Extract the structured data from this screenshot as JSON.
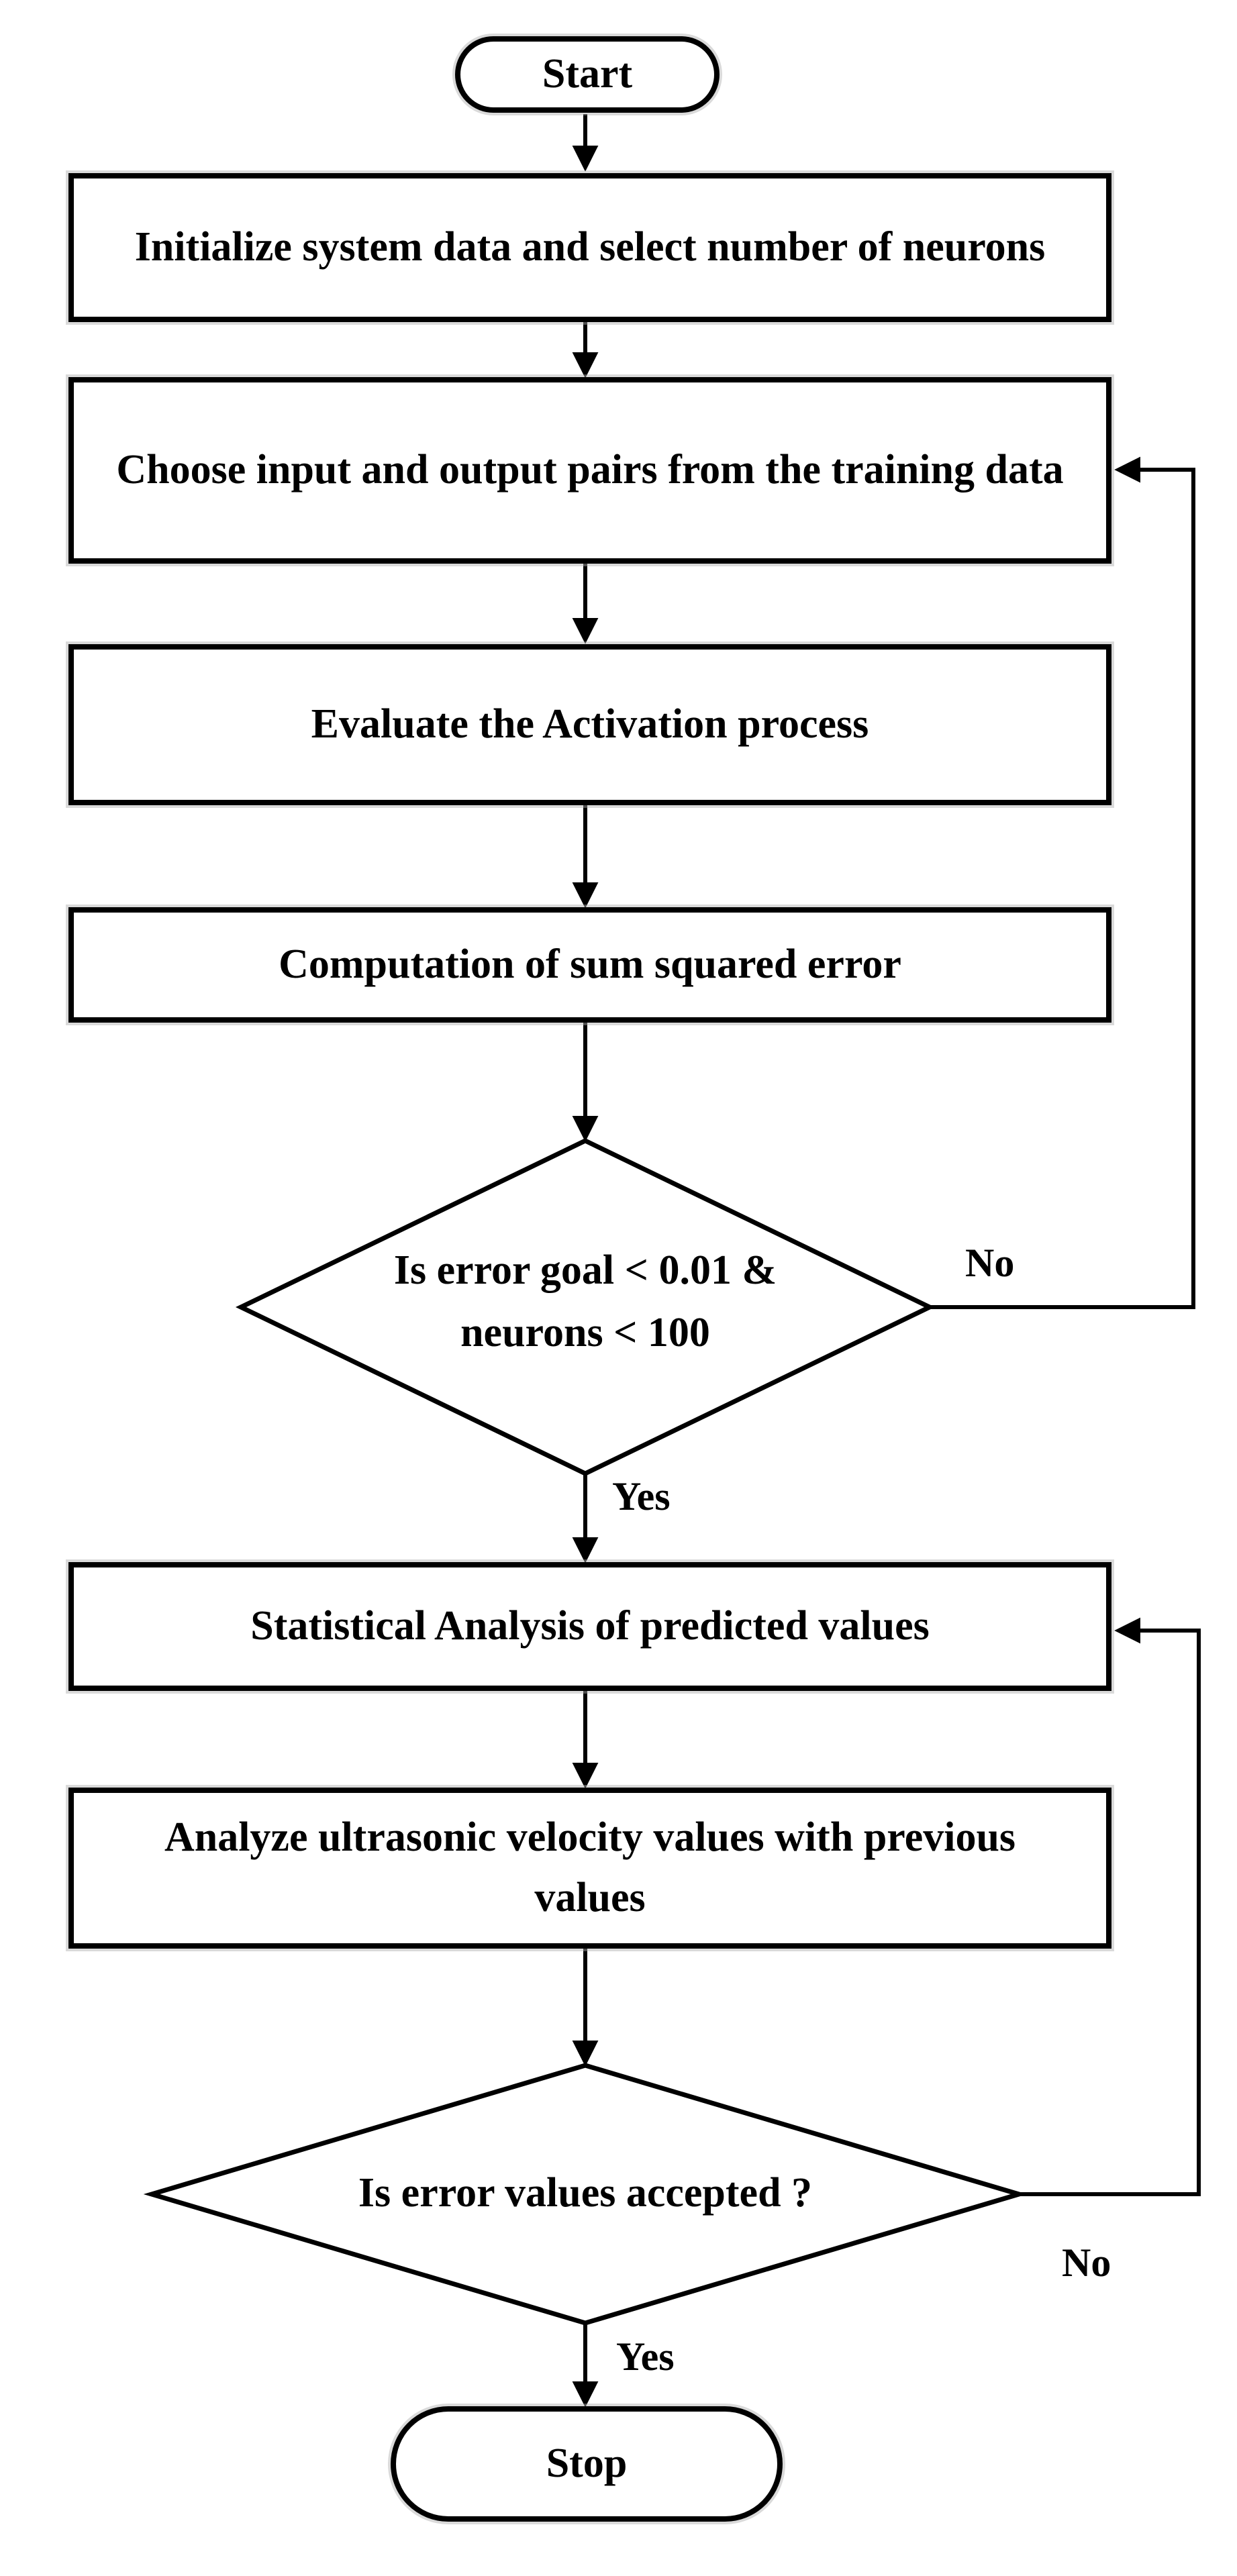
{
  "flowchart": {
    "type": "flowchart",
    "background": "#ffffff",
    "stroke_color": "#000000",
    "node_fill": "#ffffff",
    "nodes": {
      "start": {
        "shape": "terminator",
        "label": "Start"
      },
      "init": {
        "shape": "process",
        "label": "Initialize system data and select number of neurons"
      },
      "choose": {
        "shape": "process",
        "label": "Choose input and output pairs from the training data"
      },
      "evaluate": {
        "shape": "process",
        "label": "Evaluate the Activation process"
      },
      "compute": {
        "shape": "process",
        "label": "Computation of sum squared error"
      },
      "decision1": {
        "shape": "decision",
        "label": "Is error goal < 0.01 & neurons < 100"
      },
      "stat": {
        "shape": "process",
        "label": "Statistical Analysis of predicted values"
      },
      "analyze": {
        "shape": "process",
        "label": "Analyze ultrasonic velocity values with previous values"
      },
      "decision2": {
        "shape": "decision",
        "label": "Is error values accepted ?"
      },
      "stop": {
        "shape": "terminator",
        "label": "Stop"
      }
    },
    "edges": {
      "start_to_init": {
        "from": "start",
        "to": "init"
      },
      "init_to_choose": {
        "from": "init",
        "to": "choose"
      },
      "choose_to_evaluate": {
        "from": "choose",
        "to": "evaluate"
      },
      "evaluate_to_compute": {
        "from": "evaluate",
        "to": "compute"
      },
      "compute_to_decision1": {
        "from": "compute",
        "to": "decision1"
      },
      "decision1_yes": {
        "from": "decision1",
        "to": "stat",
        "label": "Yes"
      },
      "decision1_no": {
        "from": "decision1",
        "to": "choose",
        "label": "No"
      },
      "stat_to_analyze": {
        "from": "stat",
        "to": "analyze"
      },
      "analyze_to_decision2": {
        "from": "analyze",
        "to": "decision2"
      },
      "decision2_yes": {
        "from": "decision2",
        "to": "stop",
        "label": "Yes"
      },
      "decision2_no": {
        "from": "decision2",
        "to": "stat",
        "label": "No"
      }
    }
  }
}
